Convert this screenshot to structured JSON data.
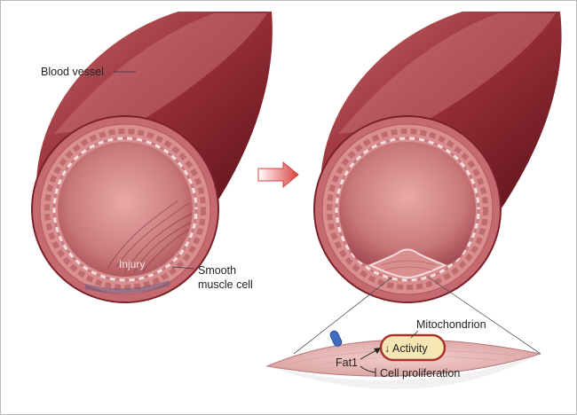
{
  "labels": {
    "blood_vessel": "Blood vessel",
    "injury": "Injury",
    "smooth_muscle_line1": "Smooth",
    "smooth_muscle_line2": "muscle cell",
    "mitochondrion": "Mitochondrion",
    "activity": "↓ Activity",
    "fat1": "Fat1",
    "cell_proliferation": "Cell proliferation"
  },
  "colors": {
    "vessel_outer": "#8f2b34",
    "vessel_dark": "#5a1018",
    "lumen": "#d98d8d",
    "muscle_layer": "#d88f90",
    "arrow": "#d9413f",
    "mitochondrion_fill": "#f6e6b4",
    "mitochondrion_border": "#a8332c",
    "fat1_pill": "#3f6cc2",
    "cell_fill": "#e7b9b6"
  }
}
